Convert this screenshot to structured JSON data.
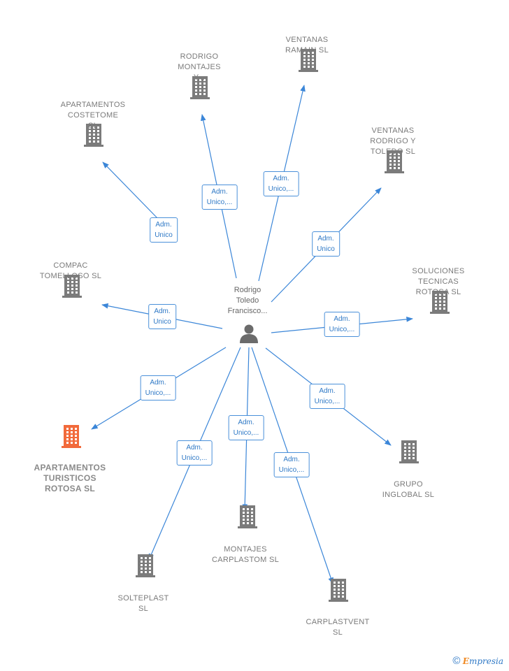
{
  "center": {
    "label": "Rodrigo\nToledo\nFrancisco..."
  },
  "nodes": [
    {
      "id": "apartamentos-costetome",
      "label": "APARTAMENTOS\nCOSTETOME\nSL",
      "edge": "Adm.\nUnico",
      "highlight": false
    },
    {
      "id": "rodrigo-montajes",
      "label": "RODRIGO\nMONTAJES\nY...",
      "edge": "Adm.\nUnico,...",
      "highlight": false
    },
    {
      "id": "ventanas-ramain",
      "label": "VENTANAS\nRAMAIN  SL",
      "edge": "Adm.\nUnico,...",
      "highlight": false
    },
    {
      "id": "ventanas-rodrigo-toledo",
      "label": "VENTANAS\nRODRIGO Y\nTOLEDO SL",
      "edge": "Adm.\nUnico",
      "highlight": false
    },
    {
      "id": "compac-tomelloso",
      "label": "COMPAC\nTOMELLOSO SL",
      "edge": "Adm.\nUnico",
      "highlight": false
    },
    {
      "id": "soluciones-tecnicas-rotosa",
      "label": "SOLUCIONES\nTECNICAS\nROTOSA  SL",
      "edge": "Adm.\nUnico,...",
      "highlight": false
    },
    {
      "id": "apartamentos-turisticos-rotosa",
      "label": "APARTAMENTOS\nTURISTICOS\nROTOSA  SL",
      "edge": "Adm.\nUnico,...",
      "highlight": true
    },
    {
      "id": "grupo-inglobal",
      "label": "GRUPO\nINGLOBAL  SL",
      "edge": "Adm.\nUnico,...",
      "highlight": false
    },
    {
      "id": "montajes-carplastom",
      "label": "MONTAJES\nCARPLASTOM SL",
      "edge": "Adm.\nUnico,...",
      "highlight": false
    },
    {
      "id": "solteplast",
      "label": "SOLTEPLAST\nSL",
      "edge": "Adm.\nUnico,...",
      "highlight": false
    },
    {
      "id": "carplastvent",
      "label": "CARPLASTVENT\nSL",
      "edge": "Adm.\nUnico,...",
      "highlight": false
    }
  ],
  "colors": {
    "edge": "#3b86d8",
    "building": "#7b7b7b",
    "highlight": "#f26a3b",
    "person": "#6b6b6b"
  },
  "footer": {
    "copyright": "©",
    "brand_initial": "E",
    "brand_rest": "mpresia"
  }
}
